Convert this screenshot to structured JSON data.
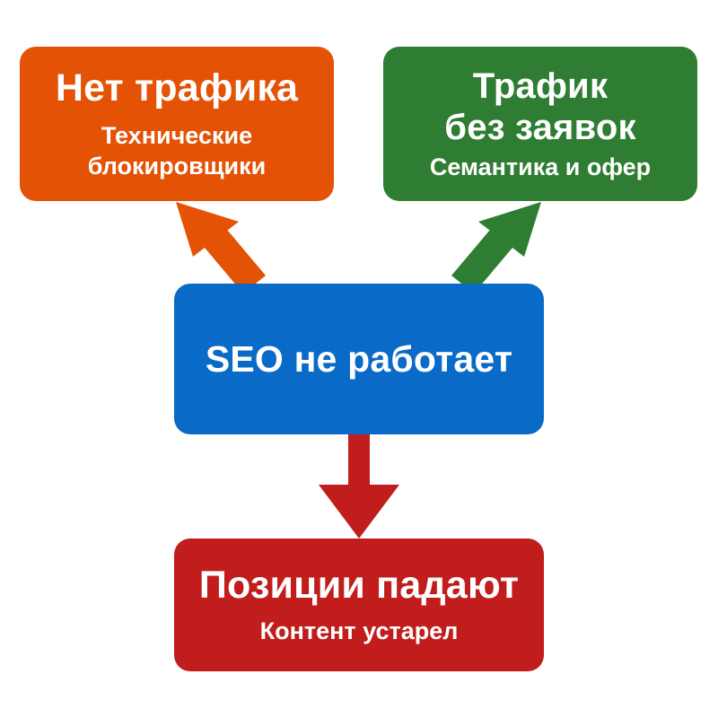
{
  "colors": {
    "orange": "#E35205",
    "green": "#2E7D32",
    "blue": "#0A6AC8",
    "red": "#C01D1C"
  },
  "nodes": {
    "center": {
      "title": "SEO не работает"
    },
    "top_left": {
      "title": "Нет трафика",
      "subtitle_lines": [
        "Технические",
        "блокировщики"
      ]
    },
    "top_right": {
      "title_lines": [
        "Трафик",
        "без заявок"
      ],
      "subtitle": "Семантика и офер"
    },
    "bottom": {
      "title": "Позиции падают",
      "subtitle": "Контент устарел"
    }
  }
}
